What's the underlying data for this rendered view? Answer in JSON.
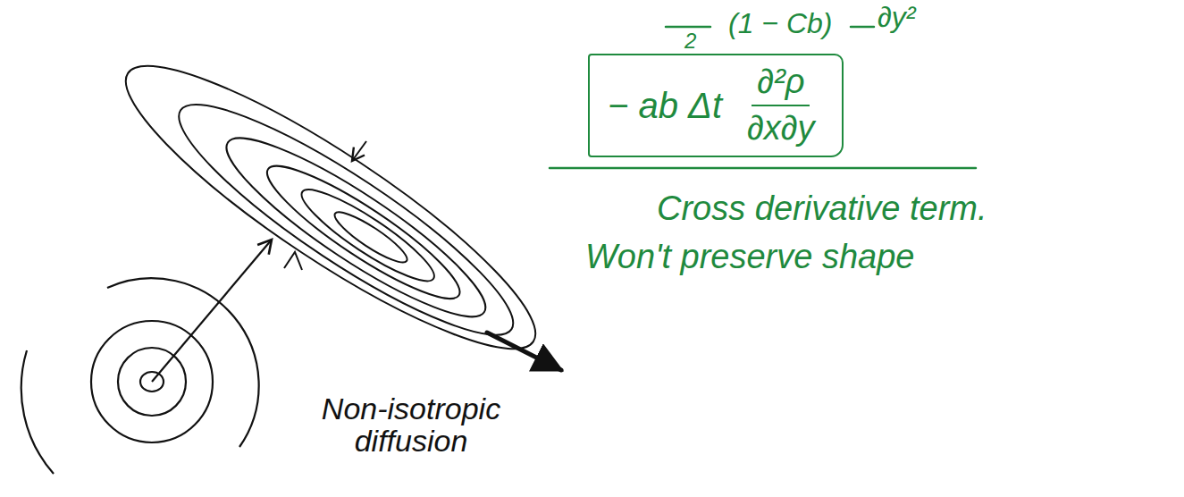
{
  "diagram": {
    "nodes": [
      {
        "text": [
          "− ab Δt",
          "∂²ρ",
          "∂x∂y"
        ]
      }
    ],
    "labels": [
      "2",
      "(1 − Cb)",
      "∂y²",
      "Cross derivative term.",
      "Won't preserve shape",
      "Non-isotropic diffusion"
    ]
  }
}
